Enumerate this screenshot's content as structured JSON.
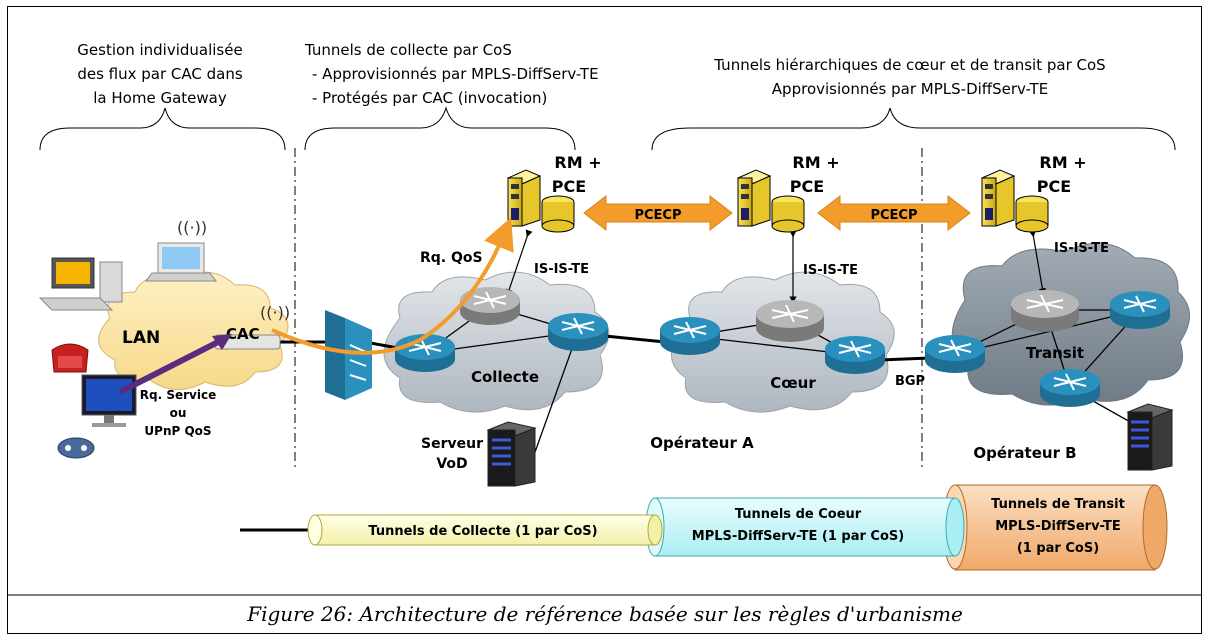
{
  "headers": {
    "left": [
      "Gestion individualisée",
      "des flux par CAC dans",
      "la Home Gateway"
    ],
    "middle": [
      "Tunnels de collecte par CoS",
      "- Approvisionnés par MPLS-DiffServ-TE",
      "- Protégés par CAC (invocation)"
    ],
    "right": [
      "Tunnels hiérarchiques de cœur et de transit par CoS",
      "Approvisionnés par MPLS-DiffServ-TE"
    ]
  },
  "rm_pce": {
    "line1": "RM +",
    "line2": "PCE"
  },
  "pcecp_label": "PCECP",
  "isiste_label": "IS-IS-TE",
  "labels": {
    "lan": "LAN",
    "cac": "CAC",
    "rq_qos": "Rq. QoS",
    "rq_service": [
      "Rq. Service",
      "ou",
      "UPnP QoS"
    ],
    "collecte": "Collecte",
    "coeur": "Cœur",
    "transit": "Transit",
    "bgp": "BGP",
    "serveur_vod": [
      "Serveur",
      "VoD"
    ],
    "operateur_a": "Opérateur A",
    "operateur_b": "Opérateur B"
  },
  "tunnels": {
    "collecte": "Tunnels de Collecte (1 par CoS)",
    "coeur": [
      "Tunnels de Coeur",
      "MPLS-DiffServ-TE (1 par CoS)"
    ],
    "transit": [
      "Tunnels de Transit",
      "MPLS-DiffServ-TE",
      "(1 par CoS)"
    ]
  },
  "caption": "Figure 26: Architecture de référence basée sur les règles d'urbanisme",
  "colors": {
    "arrow_orange": "#F39C2B",
    "arrow_purple": "#5B2B7E",
    "lan_cloud": "#FCE6A6",
    "network_cloud": "#C7CCD3",
    "transit_cloud": "#8C969F",
    "router": "#2A90BE",
    "core_router": "#A0A0A0",
    "tube_yellow": "#FFFFC8",
    "tube_cyan": "#C8F6F8",
    "tube_orange": "#F8C89C",
    "server": "#F2DA33"
  }
}
